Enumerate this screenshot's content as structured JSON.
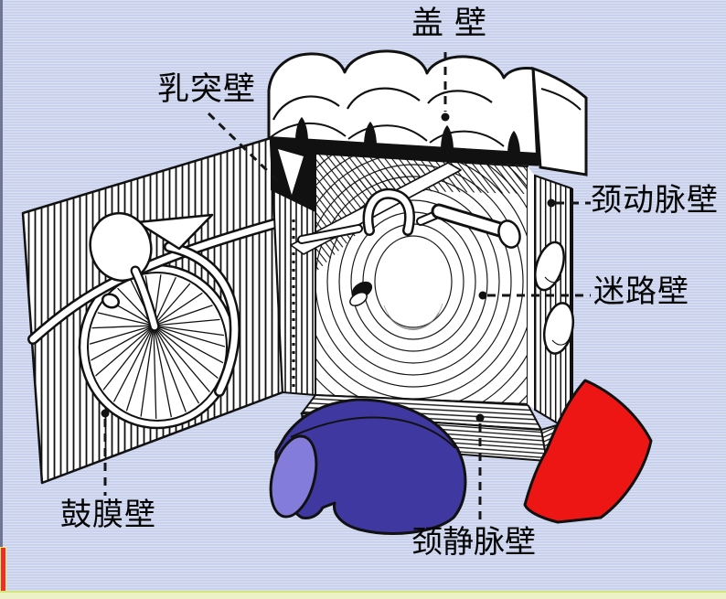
{
  "slide": {
    "background_color": "#ccd4ee",
    "left_edge_color": "#6d7692",
    "bottom_bar_color": "#ecf2c6",
    "corner_accent_color": "#e92f30"
  },
  "figure": {
    "labels": {
      "tegmental_wall": "盖壁",
      "mastoid_wall": "乳突壁",
      "carotid_wall": "颈动脉壁",
      "labyrinthine_wall": "迷路壁",
      "membranous_wall": "鼓膜壁",
      "jugular_wall": "颈静脉壁"
    },
    "colors": {
      "ink": "#111111",
      "jugular_vein_body": "#3e38a0",
      "jugular_vein_cut_surface": "#837cdb",
      "carotid_artery": "#ee1515"
    }
  }
}
